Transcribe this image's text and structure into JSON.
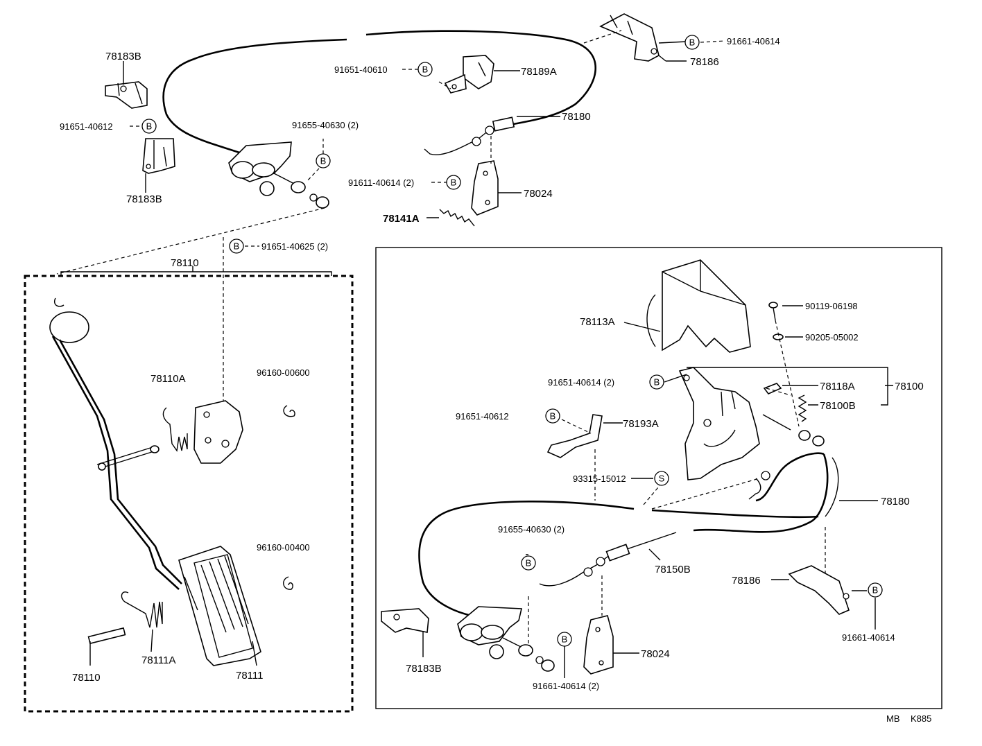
{
  "diagram": {
    "code_left": "MB",
    "code_right": "K885",
    "symbols": {
      "b": "B",
      "s": "S"
    },
    "labels": {
      "l78183B_top": "78183B",
      "l91651_40612_left": "91651-40612",
      "l78183B_mid": "78183B",
      "l91651_40610": "91651-40610",
      "l78189A": "78189A",
      "l91661_40614_top": "91661-40614",
      "l78186_top": "78186",
      "l78180_top": "78180",
      "l91655_40630_top": "91655-40630 (2)",
      "l91611_40614": "91611-40614 (2)",
      "l78024_top": "78024",
      "l78141A": "78141A",
      "l91651_40625": "91651-40625 (2)",
      "l78110_top": "78110",
      "l78110A": "78110A",
      "l96160_00600": "96160-00600",
      "l96160_00400": "96160-00400",
      "l78110_bottom": "78110",
      "l78111A": "78111A",
      "l78111": "78111",
      "l78113A": "78113A",
      "l90119_06198": "90119-06198",
      "l90205_05002": "90205-05002",
      "l91651_40614_r": "91651-40614 (2)",
      "l78118A": "78118A",
      "l78100": "78100",
      "l78100B": "78100B",
      "l91651_40612_r": "91651-40612",
      "l78193A": "78193A",
      "l93315_15012": "93315-15012",
      "l78180_right": "78180",
      "l91655_40630_r": "91655-40630 (2)",
      "l78150B": "78150B",
      "l78186_right": "78186",
      "l91661_40614_right": "91661-40614",
      "l78183B_bottom": "78183B",
      "l78024_bottom": "78024",
      "l91661_40614_bottom": "91661-40614 (2)"
    }
  }
}
